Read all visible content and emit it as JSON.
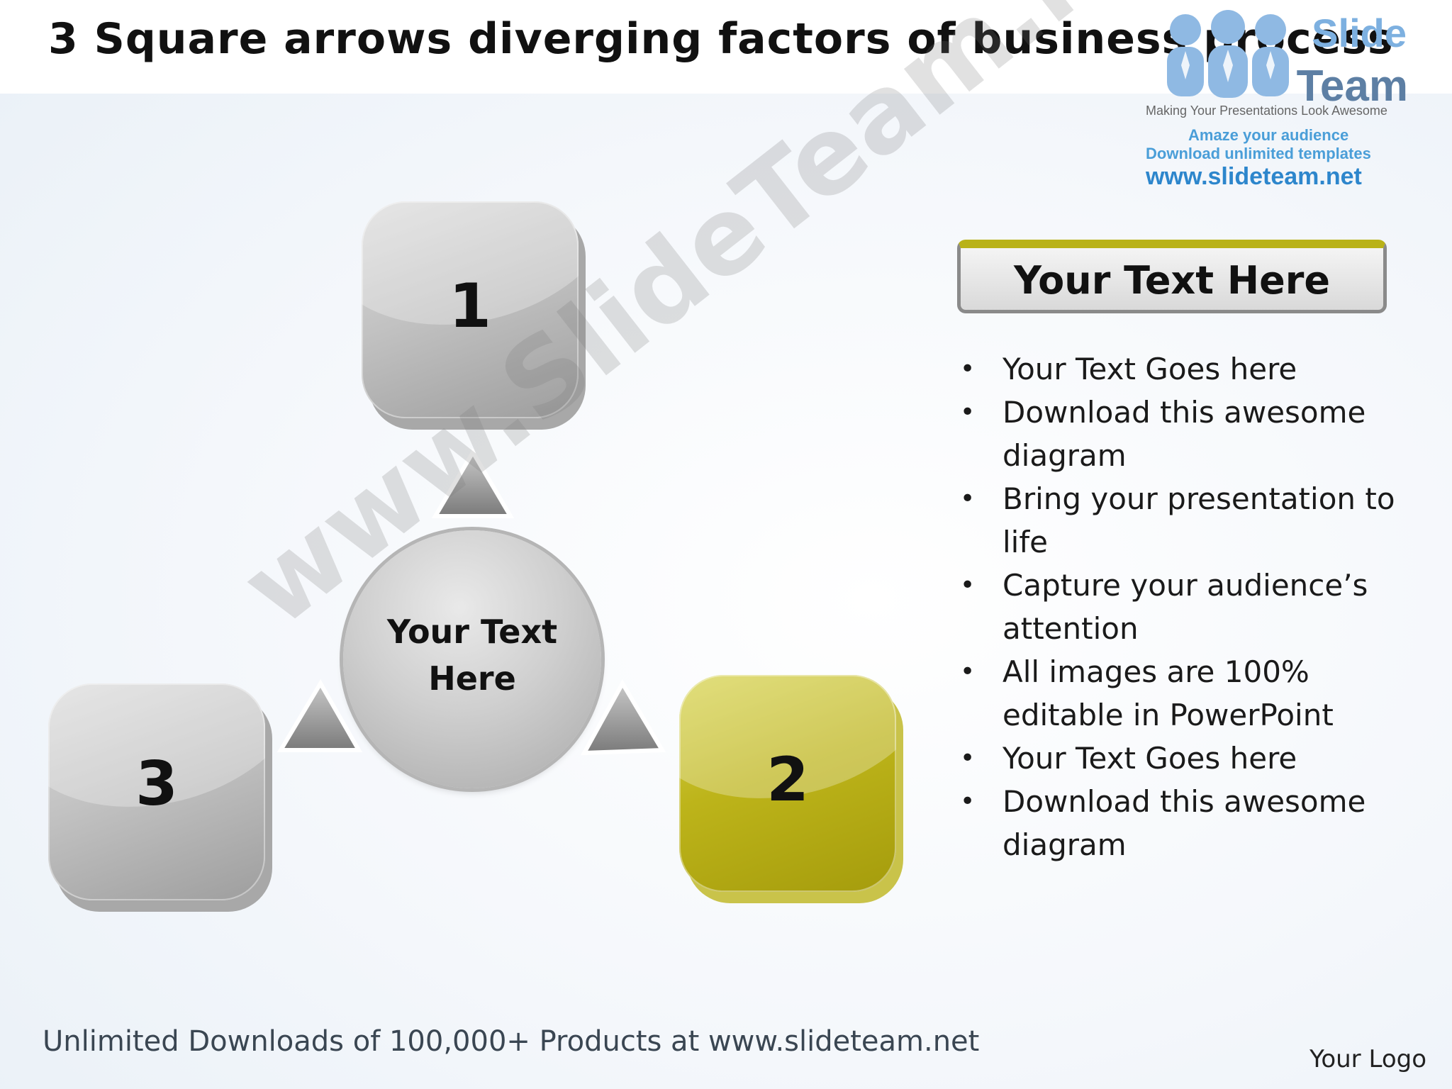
{
  "title": "3 Square arrows diverging factors of business process",
  "logo": {
    "word1": "Slide",
    "word2": "Team",
    "tagline": "Making Your Presentations Look Awesome",
    "line1": "Amaze your audience",
    "line2": "Download unlimited templates",
    "url": "www.slideteam.net"
  },
  "diagram": {
    "center_label": "Your Text Here",
    "center_line1": "Your Text",
    "center_line2": "Here",
    "boxes": [
      {
        "number": "1",
        "color": "#b5b5b5"
      },
      {
        "number": "2",
        "color": "#b9b218"
      },
      {
        "number": "3",
        "color": "#b5b5b5"
      }
    ]
  },
  "panel": {
    "header": "Your Text Here",
    "bullets": [
      "Your Text Goes here",
      "Download this awesome diagram",
      "Bring your presentation to life",
      "Capture your audience’s attention",
      "All images are 100% editable in PowerPoint",
      "Your Text Goes here",
      "Download this awesome diagram"
    ],
    "bullet_char": "•"
  },
  "footer": "Unlimited Downloads of 100,000+ Products at www.slideteam.net",
  "your_logo": "Your Logo",
  "watermark": "www.SlideTeam.net"
}
